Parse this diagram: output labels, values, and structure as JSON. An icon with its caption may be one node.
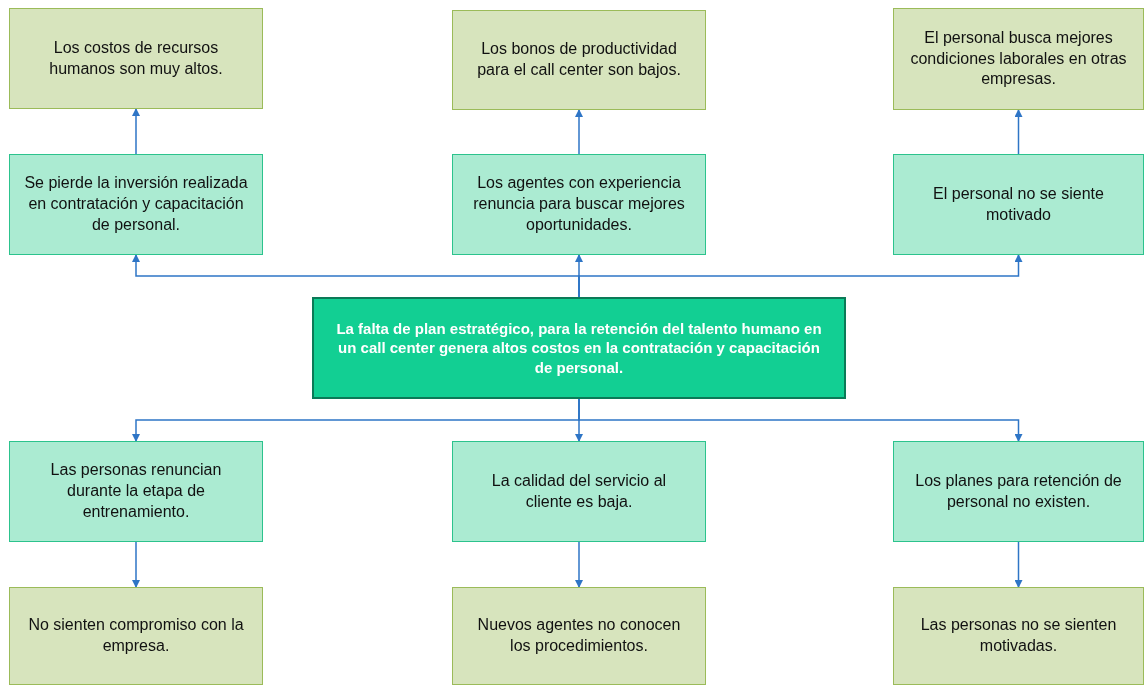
{
  "diagram": {
    "nodes": [
      {
        "text": [
          "Los costos de recursos humanos son muy altos."
        ]
      },
      {
        "text": [
          "Los bonos de productividad para el call center son bajos."
        ]
      },
      {
        "text": [
          "El personal busca mejores condiciones laborales en otras empresas."
        ]
      },
      {
        "text": [
          "Se pierde la inversión realizada en contratación y capacitación de personal."
        ]
      },
      {
        "text": [
          "Los agentes con experiencia renuncia para buscar mejores oportunidades."
        ]
      },
      {
        "text": [
          "El personal no se siente motivado"
        ]
      },
      {
        "text": [
          "La falta de plan estratégico, para la retención del talento humano en un call center genera altos costos en la contratación y capacitación de personal."
        ]
      },
      {
        "text": [
          "Las personas renuncian durante la etapa de entrenamiento."
        ]
      },
      {
        "text": [
          "La calidad del servicio al cliente es baja."
        ]
      },
      {
        "text": [
          "Los planes para retención de personal no existen."
        ]
      },
      {
        "text": [
          "No sienten compromiso con la empresa."
        ]
      },
      {
        "text": [
          "Nuevos agentes no conocen los procedimientos."
        ]
      },
      {
        "text": [
          "Las personas no se sienten motivadas."
        ]
      }
    ],
    "edges": [
      {
        "from": 6,
        "to": 3,
        "arrow": "to"
      },
      {
        "from": 6,
        "to": 4,
        "arrow": "to"
      },
      {
        "from": 6,
        "to": 5,
        "arrow": "to"
      },
      {
        "from": 3,
        "to": 0,
        "arrow": "to"
      },
      {
        "from": 4,
        "to": 1,
        "arrow": "to"
      },
      {
        "from": 5,
        "to": 2,
        "arrow": "to"
      },
      {
        "from": 6,
        "to": 7,
        "arrow": "to"
      },
      {
        "from": 6,
        "to": 8,
        "arrow": "to"
      },
      {
        "from": 6,
        "to": 9,
        "arrow": "to"
      },
      {
        "from": 7,
        "to": 10,
        "arrow": "to"
      },
      {
        "from": 8,
        "to": 11,
        "arrow": "to"
      },
      {
        "from": 9,
        "to": 12,
        "arrow": "to"
      }
    ]
  }
}
